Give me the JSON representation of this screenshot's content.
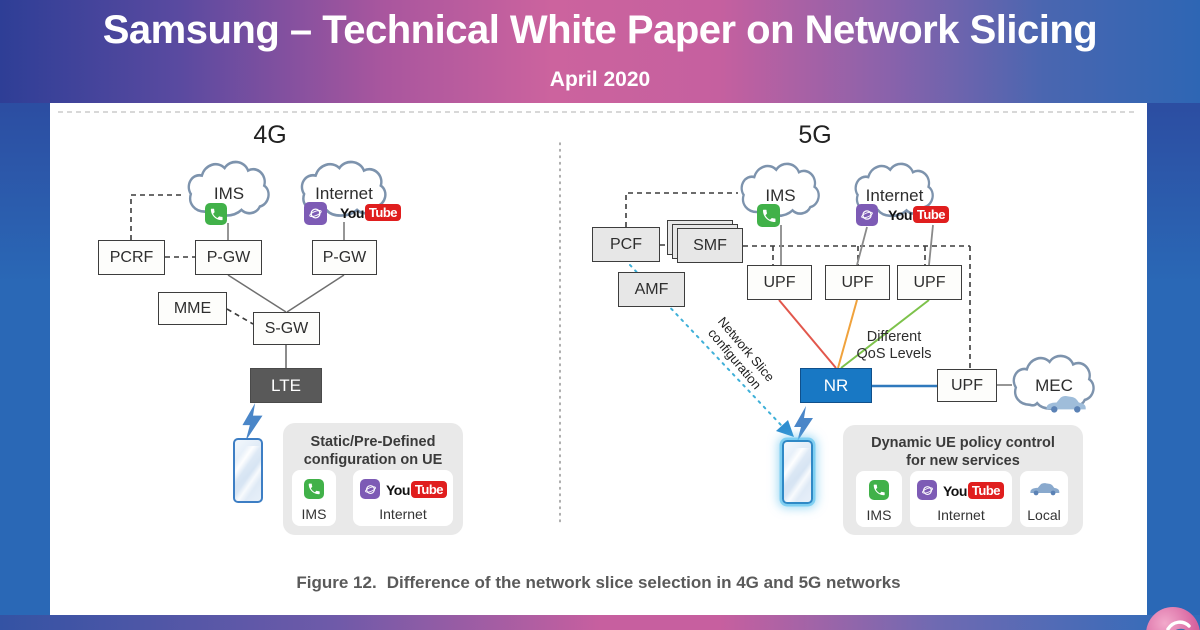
{
  "header": {
    "title": "Samsung – Technical White Paper on Network Slicing",
    "subtitle": "April 2020"
  },
  "figure": {
    "caption_prefix": "Figure 12.",
    "caption_text": "Difference of the network slice selection in 4G and 5G networks"
  },
  "logos": {
    "youtube_you": "You",
    "youtube_tube": "Tube"
  },
  "colors": {
    "accent_pink": "#cc639e",
    "accent_blue": "#2a68b6",
    "nr_blue": "#1878c4",
    "lte_gray": "#595959",
    "ims_green": "#41b149",
    "internet_purple": "#7d5bb5",
    "youtube_red": "#e01e1e",
    "qos_red": "#e2574c",
    "qos_orange": "#f0a23c",
    "qos_green": "#7dc24b",
    "config_cyan": "#3fb0d8"
  },
  "g4": {
    "title": "4G",
    "clouds": {
      "ims": "IMS",
      "internet": "Internet"
    },
    "boxes": {
      "pcrf": "PCRF",
      "pgw1": "P-GW",
      "pgw2": "P-GW",
      "mme": "MME",
      "sgw": "S-GW",
      "lte": "LTE"
    },
    "panel": {
      "title_line1": "Static/Pre-Defined",
      "title_line2": "configuration on UE",
      "card_ims": "IMS",
      "card_internet": "Internet"
    }
  },
  "g5": {
    "title": "5G",
    "clouds": {
      "ims": "IMS",
      "internet": "Internet",
      "mec": "MEC"
    },
    "boxes": {
      "pcf": "PCF",
      "smf": "SMF",
      "amf": "AMF",
      "upf1": "UPF",
      "upf2": "UPF",
      "upf3": "UPF",
      "nr": "NR",
      "upf_mec": "UPF"
    },
    "labels": {
      "network_slice_line1": "Network Slice",
      "network_slice_line2": "configuration",
      "qos_line1": "Different",
      "qos_line2": "QoS Levels"
    },
    "panel": {
      "title_line1": "Dynamic UE policy control",
      "title_line2": "for new services",
      "card_ims": "IMS",
      "card_internet": "Internet",
      "card_local": "Local"
    }
  }
}
